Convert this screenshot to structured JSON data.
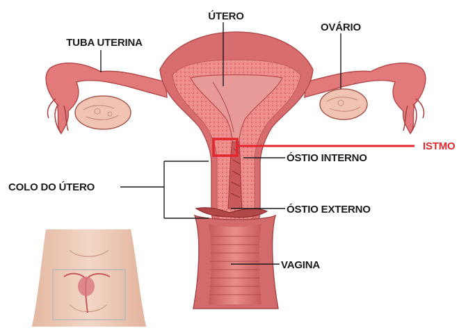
{
  "labels": {
    "utero": "ÚTERO",
    "tuba": "TUBA UTERINA",
    "ovario": "OVÁRIO",
    "istmo": "ISTMO",
    "ostio_interno": "ÓSTIO INTERNO",
    "colo": "COLO DO ÚTERO",
    "ostio_externo": "ÓSTIO EXTERNO",
    "vagina": "VAGINA"
  },
  "colors": {
    "tissue": "#e0787a",
    "tissue_dark": "#c65557",
    "tissue_light": "#f2a6a4",
    "ovary": "#f0c3b2",
    "leader": "#1a1a1a",
    "highlight": "#e3262c",
    "skin": "#ecc8b4"
  }
}
